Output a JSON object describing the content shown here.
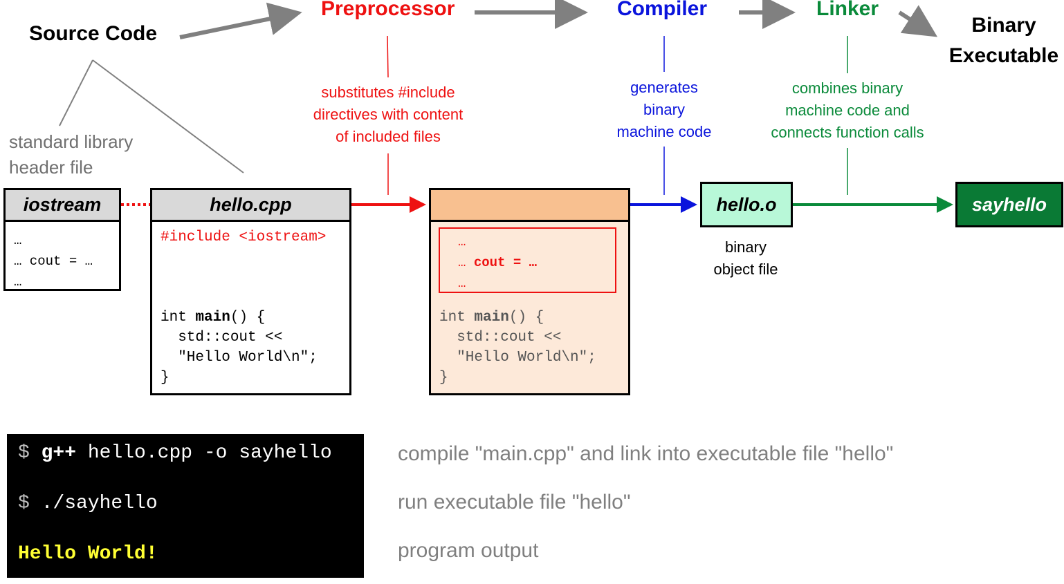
{
  "colors": {
    "preprocessor": "#ee1111",
    "compiler": "#0a14dc",
    "linker": "#0a8a3a",
    "arrow_gray": "#808080",
    "preprocessed_header_bg": "#f8c090",
    "preprocessed_body_bg": "#fde9d9",
    "object_file_bg": "#b8f8d8",
    "executable_bg": "#0a7a35",
    "terminal_bg": "#000000",
    "terminal_output": "#ffff33"
  },
  "stages": {
    "source": "Source Code",
    "preprocessor": "Preprocessor",
    "compiler": "Compiler",
    "linker": "Linker",
    "binary_line1": "Binary",
    "binary_line2": "Executable"
  },
  "descriptions": {
    "std_header_line1": "standard library",
    "std_header_line2": "header file",
    "preprocessor_line1": "substitutes #include",
    "preprocessor_line2": "directives with content",
    "preprocessor_line3": "of included files",
    "compiler_line1": "generates",
    "compiler_line2": "binary",
    "compiler_line3": "machine code",
    "linker_line1": "combines binary",
    "linker_line2": "machine code and",
    "linker_line3": "connects function calls",
    "object_line1": "binary",
    "object_line2": "object file"
  },
  "iostream_box": {
    "title": "iostream",
    "lines": [
      "…",
      "… cout = …",
      "…"
    ]
  },
  "hello_cpp_box": {
    "title": "hello.cpp",
    "include_line": "#include <iostream>",
    "main_kw": "int ",
    "main_name": "main",
    "main_rest": "() {",
    "body1": "  std::cout <<",
    "body2": "  \"Hello World\\n\";",
    "close": "}"
  },
  "preprocessed_box": {
    "inc_line1": "…",
    "inc_line2_pre": "… ",
    "inc_line2_cout": "cout",
    "inc_line2_post": " = …",
    "inc_line3": "…",
    "main_kw": "int ",
    "main_name": "main",
    "main_rest": "() {",
    "body1": "  std::cout <<",
    "body2": "  \"Hello World\\n\";",
    "close": "}"
  },
  "object_box": {
    "title": "hello.o"
  },
  "executable_box": {
    "title": "sayhello"
  },
  "terminal": {
    "prompt": "$ ",
    "cmd1_bold": "g++",
    "cmd1_rest": " hello.cpp -o sayhello",
    "cmd2": "./sayhello",
    "output": "Hello World!"
  },
  "explanations": {
    "compile": "compile \"main.cpp\" and link into executable file \"hello\"",
    "run": "run executable file \"hello\"",
    "output": "program output"
  }
}
